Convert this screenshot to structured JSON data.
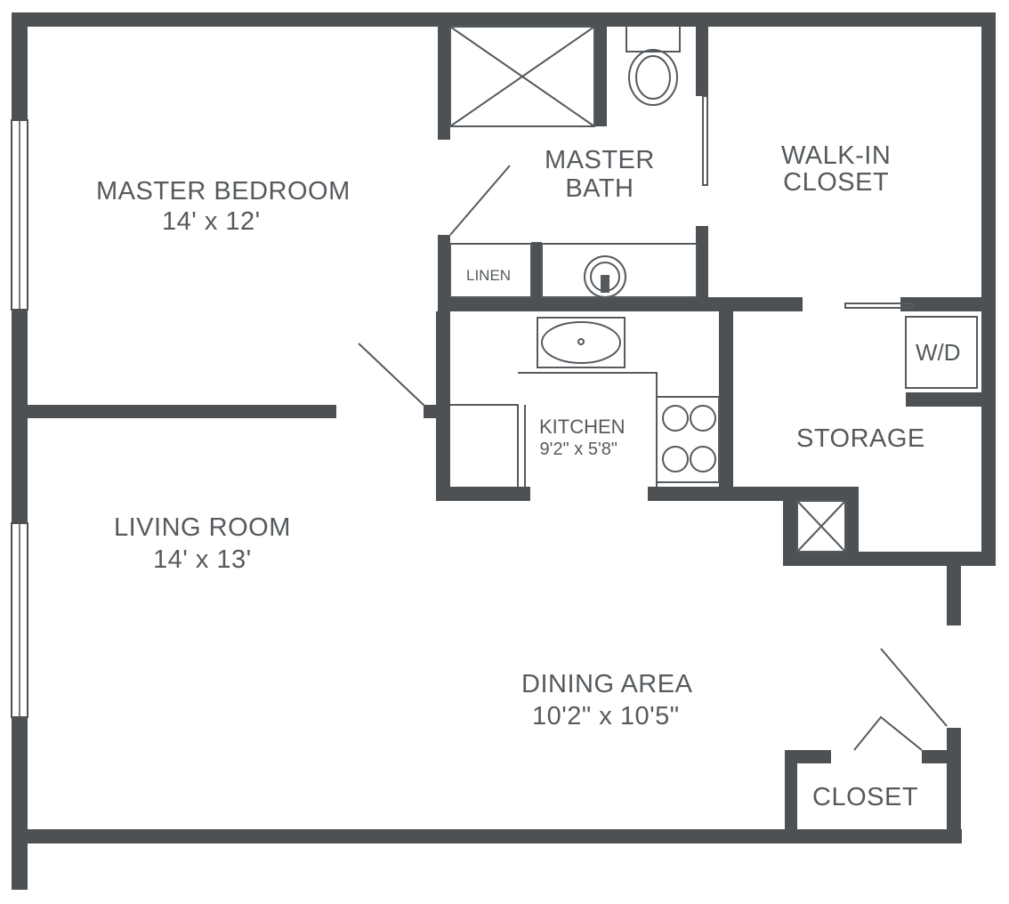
{
  "rooms": {
    "master_bedroom": {
      "name": "MASTER BEDROOM",
      "size": "14' x 12'"
    },
    "master_bath": {
      "line1": "MASTER",
      "line2": "BATH"
    },
    "walk_in_closet": {
      "line1": "WALK-IN",
      "line2": "CLOSET"
    },
    "linen": "LINEN",
    "washer_dryer": "W/D",
    "kitchen": {
      "name": "KITCHEN",
      "size": "9'2\" x 5'8\""
    },
    "storage": "STORAGE",
    "living_room": {
      "name": "LIVING ROOM",
      "size": "14' x 13'"
    },
    "dining_area": {
      "name": "DINING AREA",
      "size": "10'2\" x 10'5\""
    },
    "closet": "CLOSET"
  },
  "colors": {
    "wall": "#4d5154",
    "fixture_line": "#555a5e",
    "background": "#ffffff"
  }
}
